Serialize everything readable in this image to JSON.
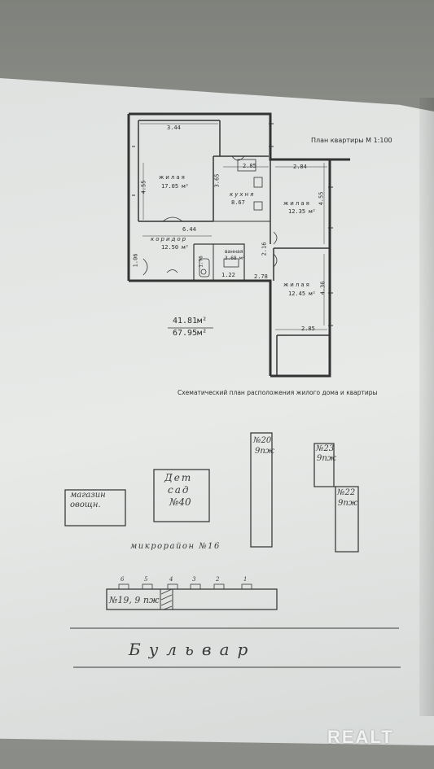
{
  "plan_title": "План квартиры М 1:100",
  "rooms": {
    "living1": {
      "name": "жилая",
      "area": "17.05 м²",
      "width": "3.44",
      "depth": "4.55"
    },
    "kitchen": {
      "name": "кухня",
      "area": "8.67",
      "dim": "3.65"
    },
    "living2": {
      "name": "жилая",
      "area": "12.35 м²",
      "width": "2.84",
      "depth": "4.55"
    },
    "corridor": {
      "name": "коридор",
      "area": "12.50 м²",
      "dim": "6.44"
    },
    "bath": {
      "name": "ванная",
      "area": "3.68 м²"
    },
    "living3": {
      "name": "жилая",
      "area": "12.45 м²",
      "width": "2.85",
      "depth": "4.36"
    }
  },
  "dims": {
    "d_285_top": "2.85",
    "d_176": "1.76",
    "d_216": "2.16",
    "d_106": "1.06",
    "d_122": "1.22",
    "d_278": "2.78"
  },
  "totals": {
    "living": "41.81м²",
    "total": "67.95м²"
  },
  "scheme_title": "Схематический план расположения жилого дома и квартиры",
  "buildings": {
    "b20": {
      "num": "№20",
      "floors": "9пж"
    },
    "b23": {
      "num": "№23",
      "floors": "9пж"
    },
    "b22": {
      "num": "№22",
      "floors": "9пж"
    },
    "b19": {
      "label": "№19, 9 пж"
    },
    "kindergarten": {
      "l1": "Дет",
      "l2": "сад",
      "l3": "№40"
    },
    "shop": {
      "l1": "магазин",
      "l2": "овощн."
    }
  },
  "district": "микрорайон №16",
  "entrances": [
    "6",
    "5",
    "4",
    "3",
    "2",
    "1"
  ],
  "boulevard": "Бульвар",
  "watermark": "REALT"
}
